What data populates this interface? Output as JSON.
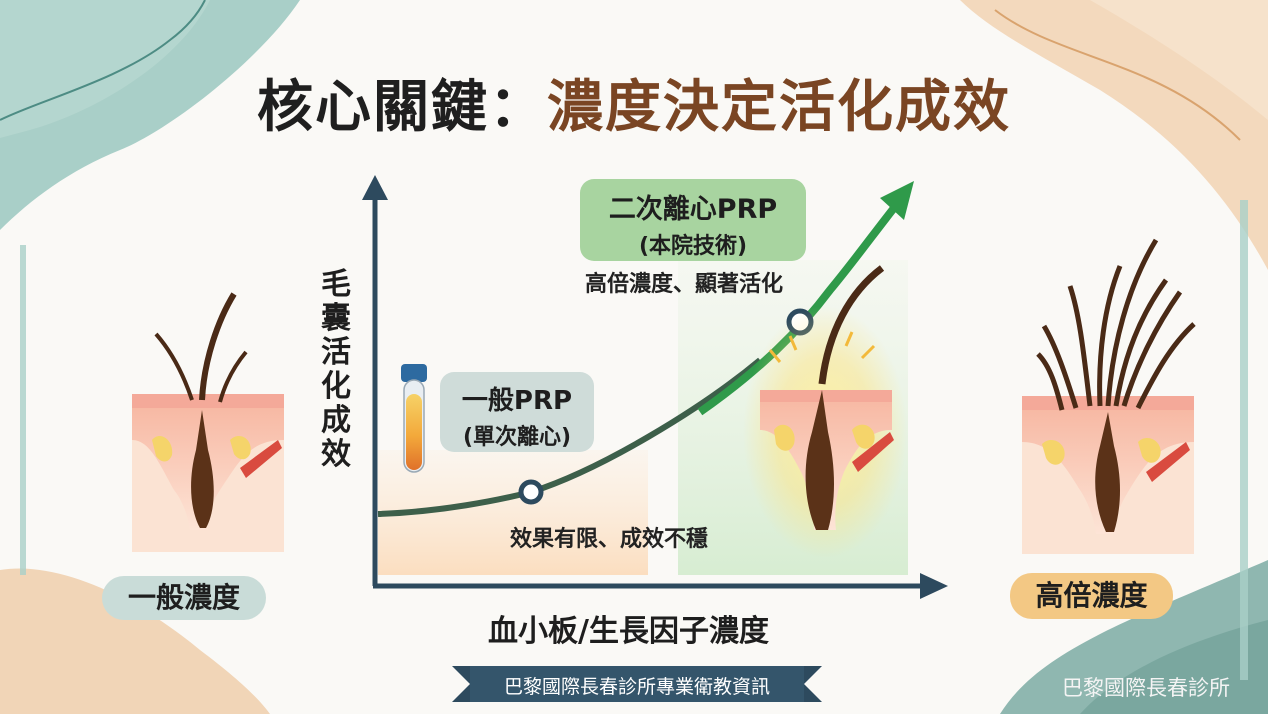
{
  "title": {
    "part1": "核心關鍵：",
    "part2": "濃度決定活化成效"
  },
  "y_axis_label": "毛囊活化成效",
  "x_axis_label": "血小板/生長因子濃度",
  "points": {
    "advanced": {
      "name": "二次離心PRP",
      "sub": "(本院技術)",
      "note": "高倍濃度、顯著活化"
    },
    "normal": {
      "name": "一般PRP",
      "sub": "(單次離心)",
      "note": "效果有限、成效不穩"
    }
  },
  "side_labels": {
    "left": "一般濃度",
    "right": "高倍濃度"
  },
  "footer": {
    "ribbon": "巴黎國際長春診所專業衛教資訊",
    "brand": "巴黎國際長春診所"
  },
  "colors": {
    "curve": "#2f9a4a",
    "axis": "#2d4a5e",
    "title_accent": "#7a4523",
    "pill_green": "#a8d4a0",
    "pill_gray": "#cfdcd9",
    "pill_orange": "#f3c884"
  }
}
